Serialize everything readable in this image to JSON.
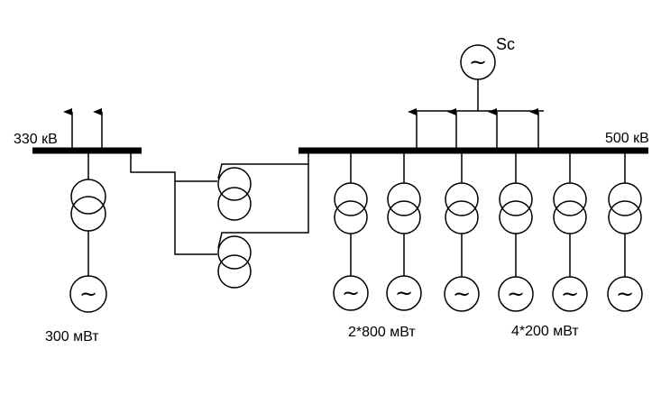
{
  "labels": {
    "bus_330": "330 кВ",
    "bus_500": "500 кВ",
    "system": "Sc",
    "gen_300": "300 мВт",
    "gen_800": "2*800 мВт",
    "gen_200": "4*200 мВт"
  },
  "symbols": {
    "generator": "~"
  }
}
